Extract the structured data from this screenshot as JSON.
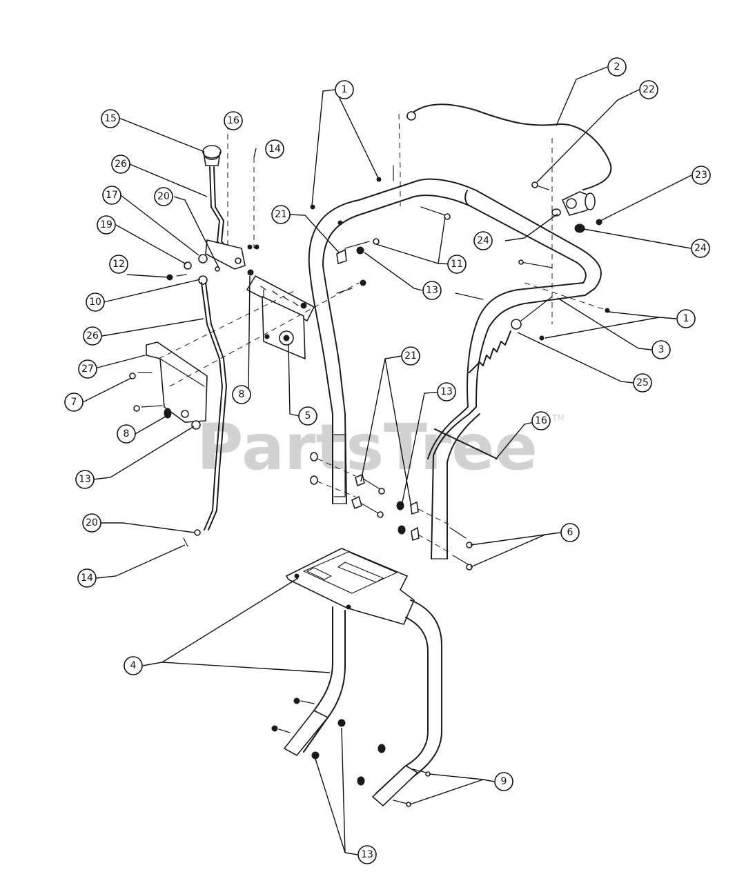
{
  "watermark": {
    "text": "PartsTree",
    "mark": "TM"
  },
  "callouts": [
    {
      "label": "1"
    },
    {
      "label": "2"
    },
    {
      "label": "22"
    },
    {
      "label": "15"
    },
    {
      "label": "16"
    },
    {
      "label": "14"
    },
    {
      "label": "26"
    },
    {
      "label": "23"
    },
    {
      "label": "17"
    },
    {
      "label": "20"
    },
    {
      "label": "21"
    },
    {
      "label": "19"
    },
    {
      "label": "24"
    },
    {
      "label": "24"
    },
    {
      "label": "11"
    },
    {
      "label": "12"
    },
    {
      "label": "10"
    },
    {
      "label": "13"
    },
    {
      "label": "1"
    },
    {
      "label": "26"
    },
    {
      "label": "3"
    },
    {
      "label": "27"
    },
    {
      "label": "21"
    },
    {
      "label": "25"
    },
    {
      "label": "7"
    },
    {
      "label": "13"
    },
    {
      "label": "8"
    },
    {
      "label": "5"
    },
    {
      "label": "16"
    },
    {
      "label": "8"
    },
    {
      "label": "13"
    },
    {
      "label": "6"
    },
    {
      "label": "20"
    },
    {
      "label": "14"
    },
    {
      "label": "4"
    },
    {
      "label": "9"
    },
    {
      "label": "13"
    }
  ]
}
